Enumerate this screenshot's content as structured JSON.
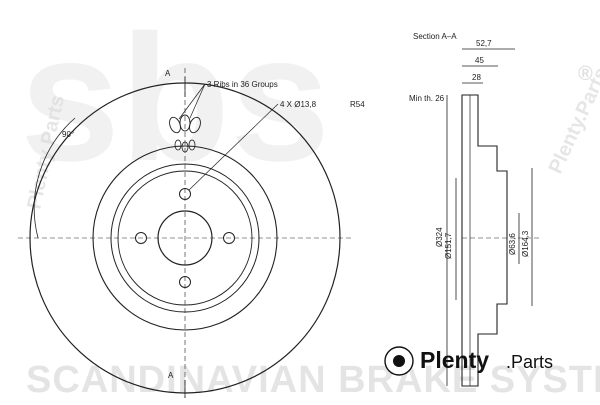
{
  "watermark": {
    "logo_text": "sbs",
    "vertical_left": "Plenty Parts",
    "vertical_right": "Plenty.Parts",
    "bottom_text": "SCANDINAVIAN BRAKE SYSTEMS",
    "registered": "®"
  },
  "brand": {
    "name": "Plenty",
    "suffix": ".Parts"
  },
  "section": {
    "title": "Section A–A",
    "min_thickness": "Min th. 26",
    "dim_52_7": "52,7",
    "dim_45": "45",
    "dim_28": "28",
    "dia_324": "Ø324",
    "dia_151_7": "Ø151,7",
    "dia_63_6": "Ø63,6",
    "dia_164_3": "Ø164,3"
  },
  "front": {
    "ribs_note": "3 Ribs in 36 Groups",
    "holes_note": "4 X Ø13,8",
    "radius_note": "R54",
    "angle_note": "90°",
    "section_mark": "A"
  }
}
